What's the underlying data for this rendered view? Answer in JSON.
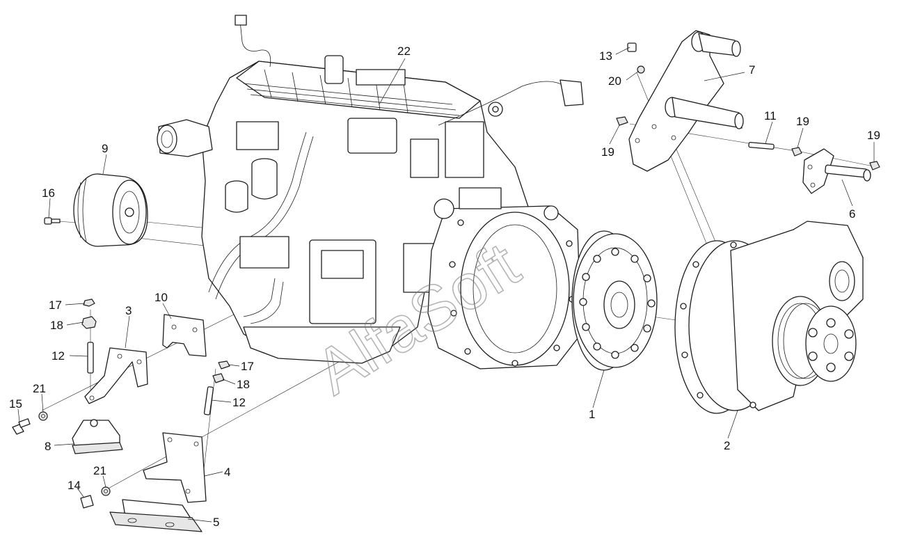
{
  "watermark": "AlfaSoft",
  "callouts": [
    {
      "id": "c22",
      "text": "22"
    },
    {
      "id": "c13",
      "text": "13"
    },
    {
      "id": "c20",
      "text": "20"
    },
    {
      "id": "c7",
      "text": "7"
    },
    {
      "id": "c11",
      "text": "11"
    },
    {
      "id": "c19a",
      "text": "19"
    },
    {
      "id": "c19b",
      "text": "19"
    },
    {
      "id": "c19c",
      "text": "19"
    },
    {
      "id": "c6",
      "text": "6"
    },
    {
      "id": "c9",
      "text": "9"
    },
    {
      "id": "c16",
      "text": "16"
    },
    {
      "id": "c10",
      "text": "10"
    },
    {
      "id": "c3",
      "text": "3"
    },
    {
      "id": "c17a",
      "text": "17"
    },
    {
      "id": "c18a",
      "text": "18"
    },
    {
      "id": "c12a",
      "text": "12"
    },
    {
      "id": "c21a",
      "text": "21"
    },
    {
      "id": "c15",
      "text": "15"
    },
    {
      "id": "c8",
      "text": "8"
    },
    {
      "id": "c17b",
      "text": "17"
    },
    {
      "id": "c18b",
      "text": "18"
    },
    {
      "id": "c12b",
      "text": "12"
    },
    {
      "id": "c4",
      "text": "4"
    },
    {
      "id": "c21b",
      "text": "21"
    },
    {
      "id": "c14",
      "text": "14"
    },
    {
      "id": "c5",
      "text": "5"
    },
    {
      "id": "c1",
      "text": "1"
    },
    {
      "id": "c2",
      "text": "2"
    }
  ]
}
